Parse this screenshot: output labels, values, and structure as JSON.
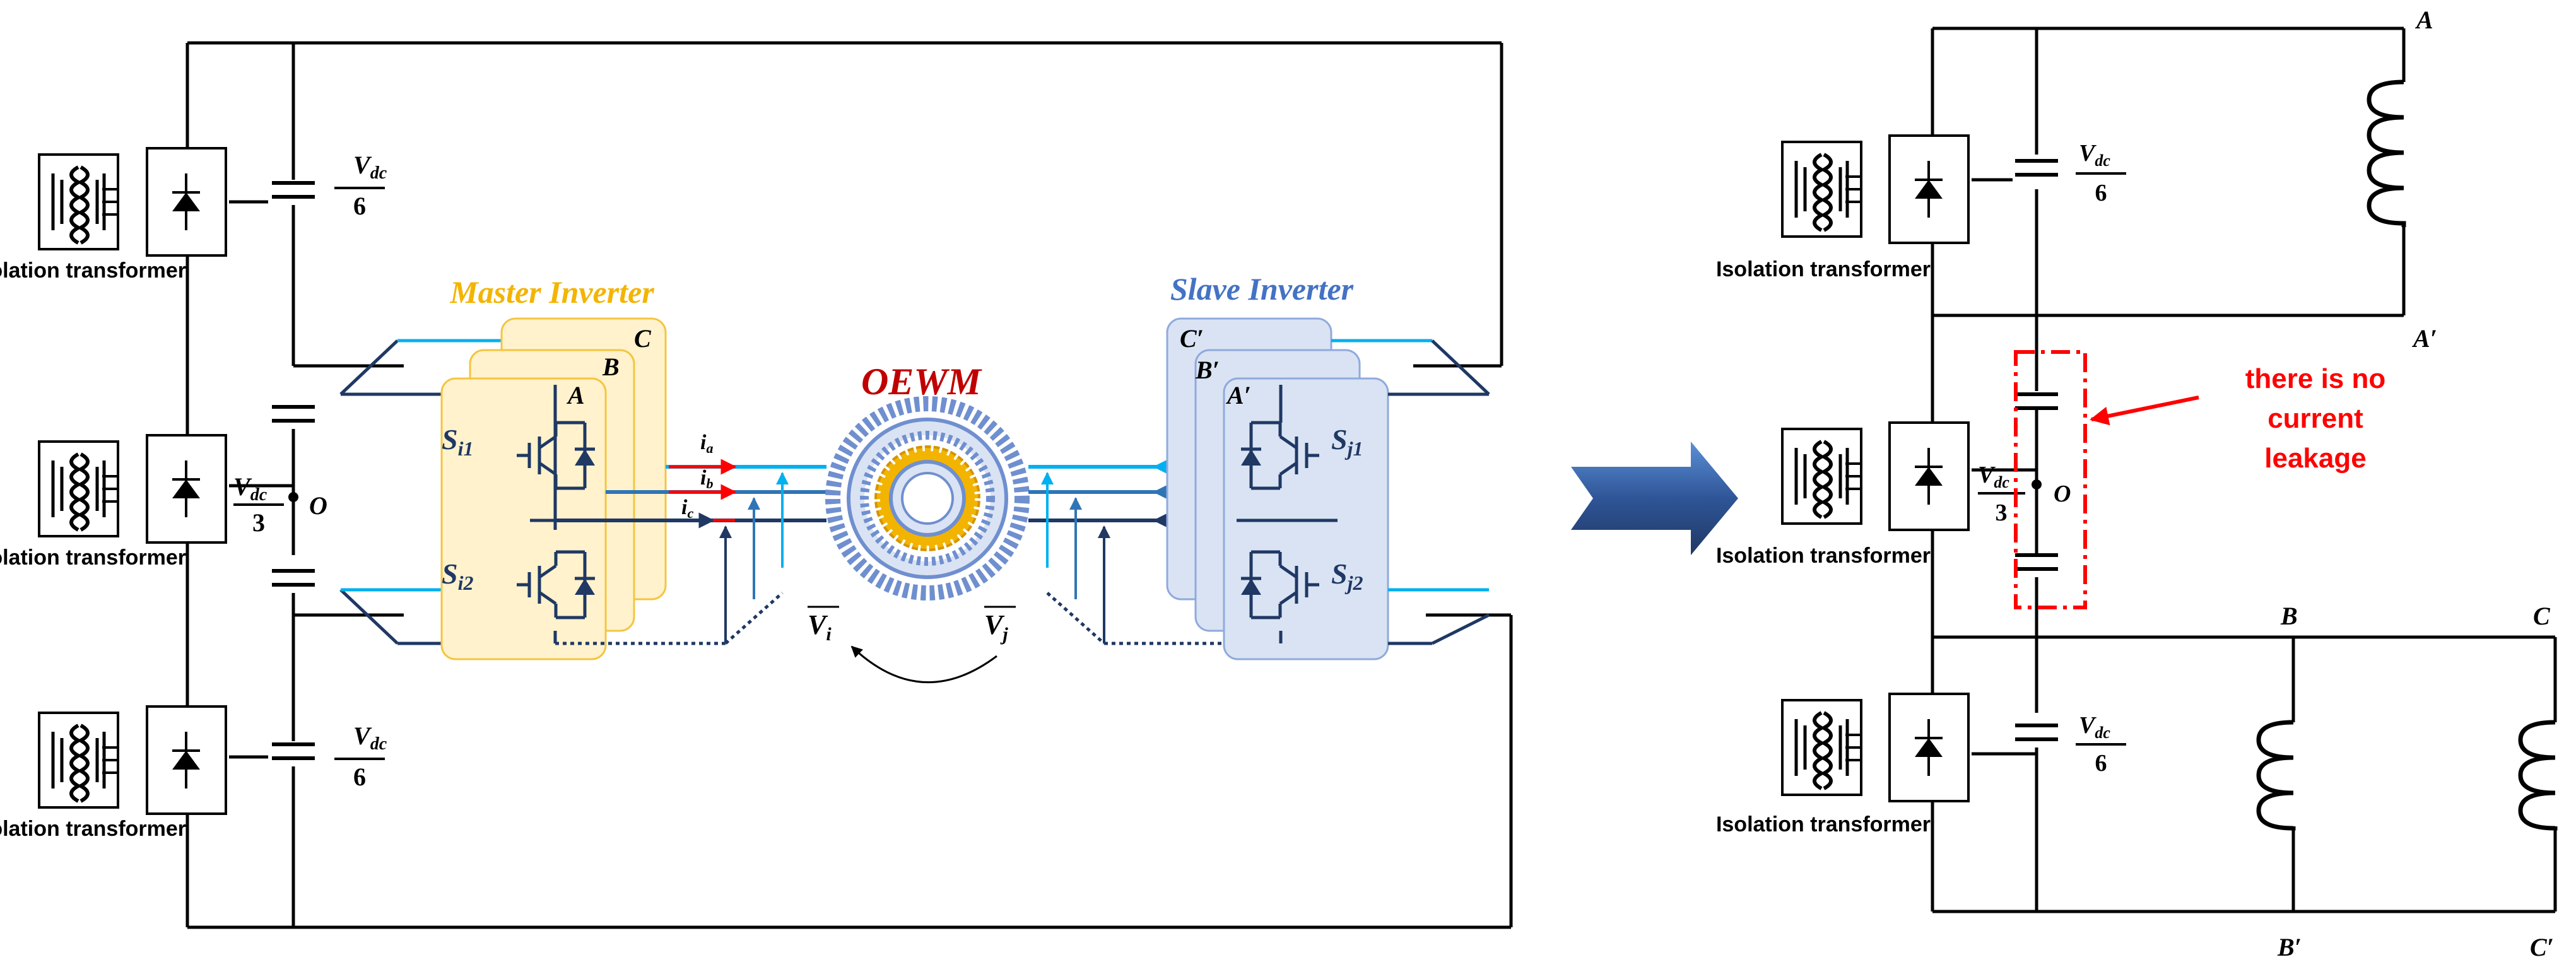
{
  "colors": {
    "wire": "#000000",
    "dark_navy": "#1F3864",
    "mid_blue": "#2E75B6",
    "light_blue": "#00B0F0",
    "red": "#FF0000",
    "dark_red": "#C00000",
    "master_fill": "#FFF2CC",
    "master_stroke": "#F4C542",
    "master_title": "#F4B400",
    "slave_fill": "#DAE3F3",
    "slave_stroke": "#8FAADC",
    "slave_title": "#4472C4",
    "motor_ring": "#6F8FCF",
    "motor_gold": "#F2B400",
    "arrow_blue": "#2F5597"
  },
  "left_circuit": {
    "source_label": "Isolation\ntransformer",
    "sources": [
      "Isolation transformer",
      "Isolation transformer",
      "Isolation transformer"
    ],
    "cap_top": {
      "num": "V",
      "sub": "dc",
      "den": "6"
    },
    "cap_mid": {
      "num": "V",
      "sub": "dc",
      "den": "3"
    },
    "cap_bot": {
      "num": "V",
      "sub": "dc",
      "den": "6"
    },
    "node_o": "O",
    "master_title": "Master Inverter",
    "slave_title": "Slave Inverter",
    "motor_label": "OEWM",
    "master_phases": [
      "A",
      "B",
      "C"
    ],
    "slave_phases": [
      "A′",
      "B′",
      "C′"
    ],
    "master_switches": {
      "s1": "S",
      "s1_sub": "i1",
      "s2": "S",
      "s2_sub": "i2"
    },
    "slave_switches": {
      "s1": "S",
      "s1_sub": "j1",
      "s2": "S",
      "s2_sub": "j2"
    },
    "currents": {
      "a": "a",
      "b": "b",
      "c": "c",
      "sym": "i"
    },
    "vectors": {
      "vi": "V",
      "vi_sub": "i",
      "vj": "V",
      "vj_sub": "j"
    }
  },
  "right_circuit": {
    "sources": [
      "Isolation transformer",
      "Isolation transformer",
      "Isolation transformer"
    ],
    "cap_top": {
      "num": "V",
      "sub": "dc",
      "den": "6"
    },
    "cap_mid": {
      "num": "V",
      "sub": "dc",
      "den": "3"
    },
    "cap_bot": {
      "num": "V",
      "sub": "dc",
      "den": "6"
    },
    "node_o": "O",
    "terminals": {
      "A": "A",
      "A_prime": "A′",
      "B": "B",
      "B_prime": "B′",
      "C": "C",
      "C_prime": "C′"
    },
    "annotation": [
      "there is no",
      "current",
      "leakage"
    ]
  }
}
